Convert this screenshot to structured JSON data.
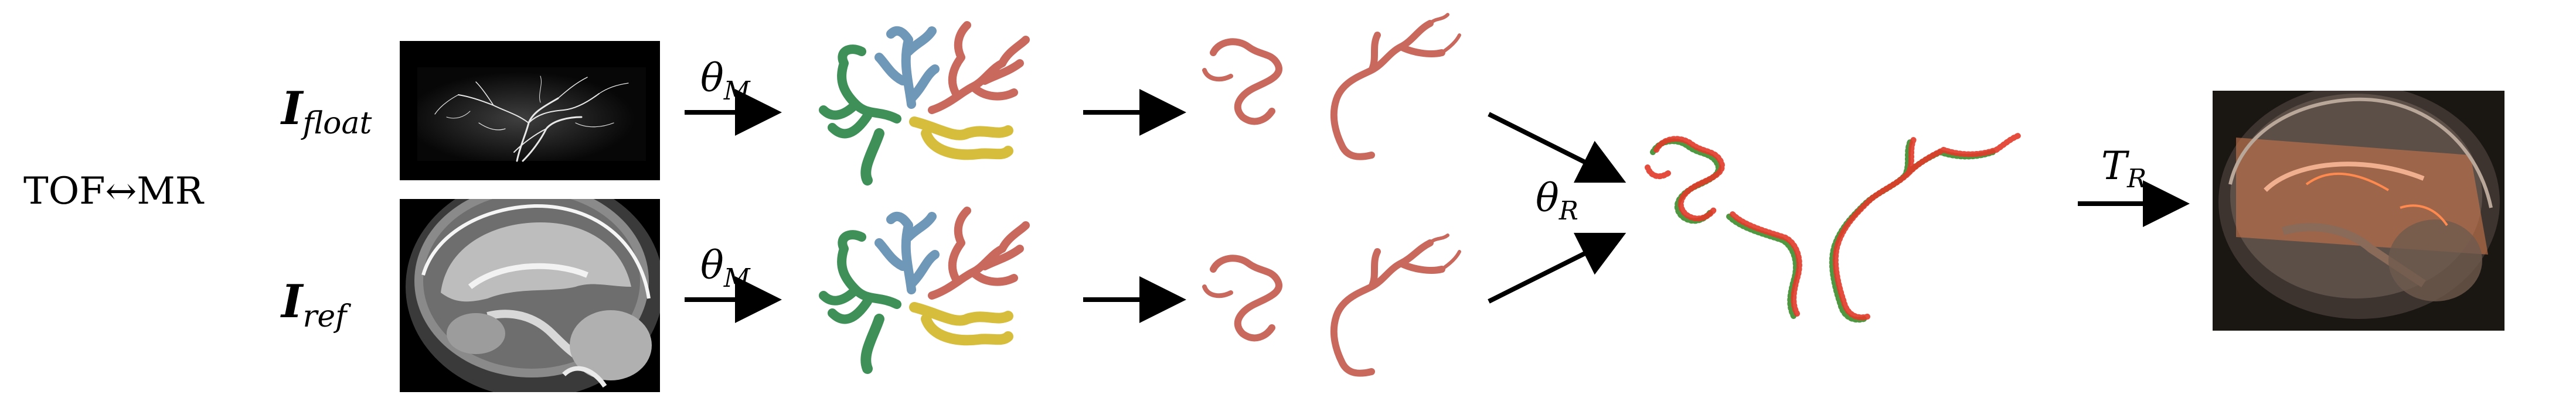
{
  "modality_label": "TOF↔MR",
  "inputs": {
    "float": {
      "symbol": "I",
      "subscript": "float"
    },
    "ref": {
      "symbol": "I",
      "subscript": "ref"
    }
  },
  "operators": {
    "theta_m_top": {
      "symbol": "θ",
      "subscript": "M"
    },
    "theta_m_bottom": {
      "symbol": "θ",
      "subscript": "M"
    },
    "theta_r": {
      "symbol": "θ",
      "subscript": "R"
    },
    "t_r": {
      "symbol": "T",
      "subscript": "R"
    }
  },
  "colors": {
    "vessel_red": "#c9695e",
    "vessel_blue": "#6f97b8",
    "vessel_green": "#3f8f58",
    "vessel_yellow": "#d6be3c",
    "cloud_red": "#e23a2a",
    "cloud_green": "#3c8c2c",
    "overlay_orange": "#c0714a"
  }
}
